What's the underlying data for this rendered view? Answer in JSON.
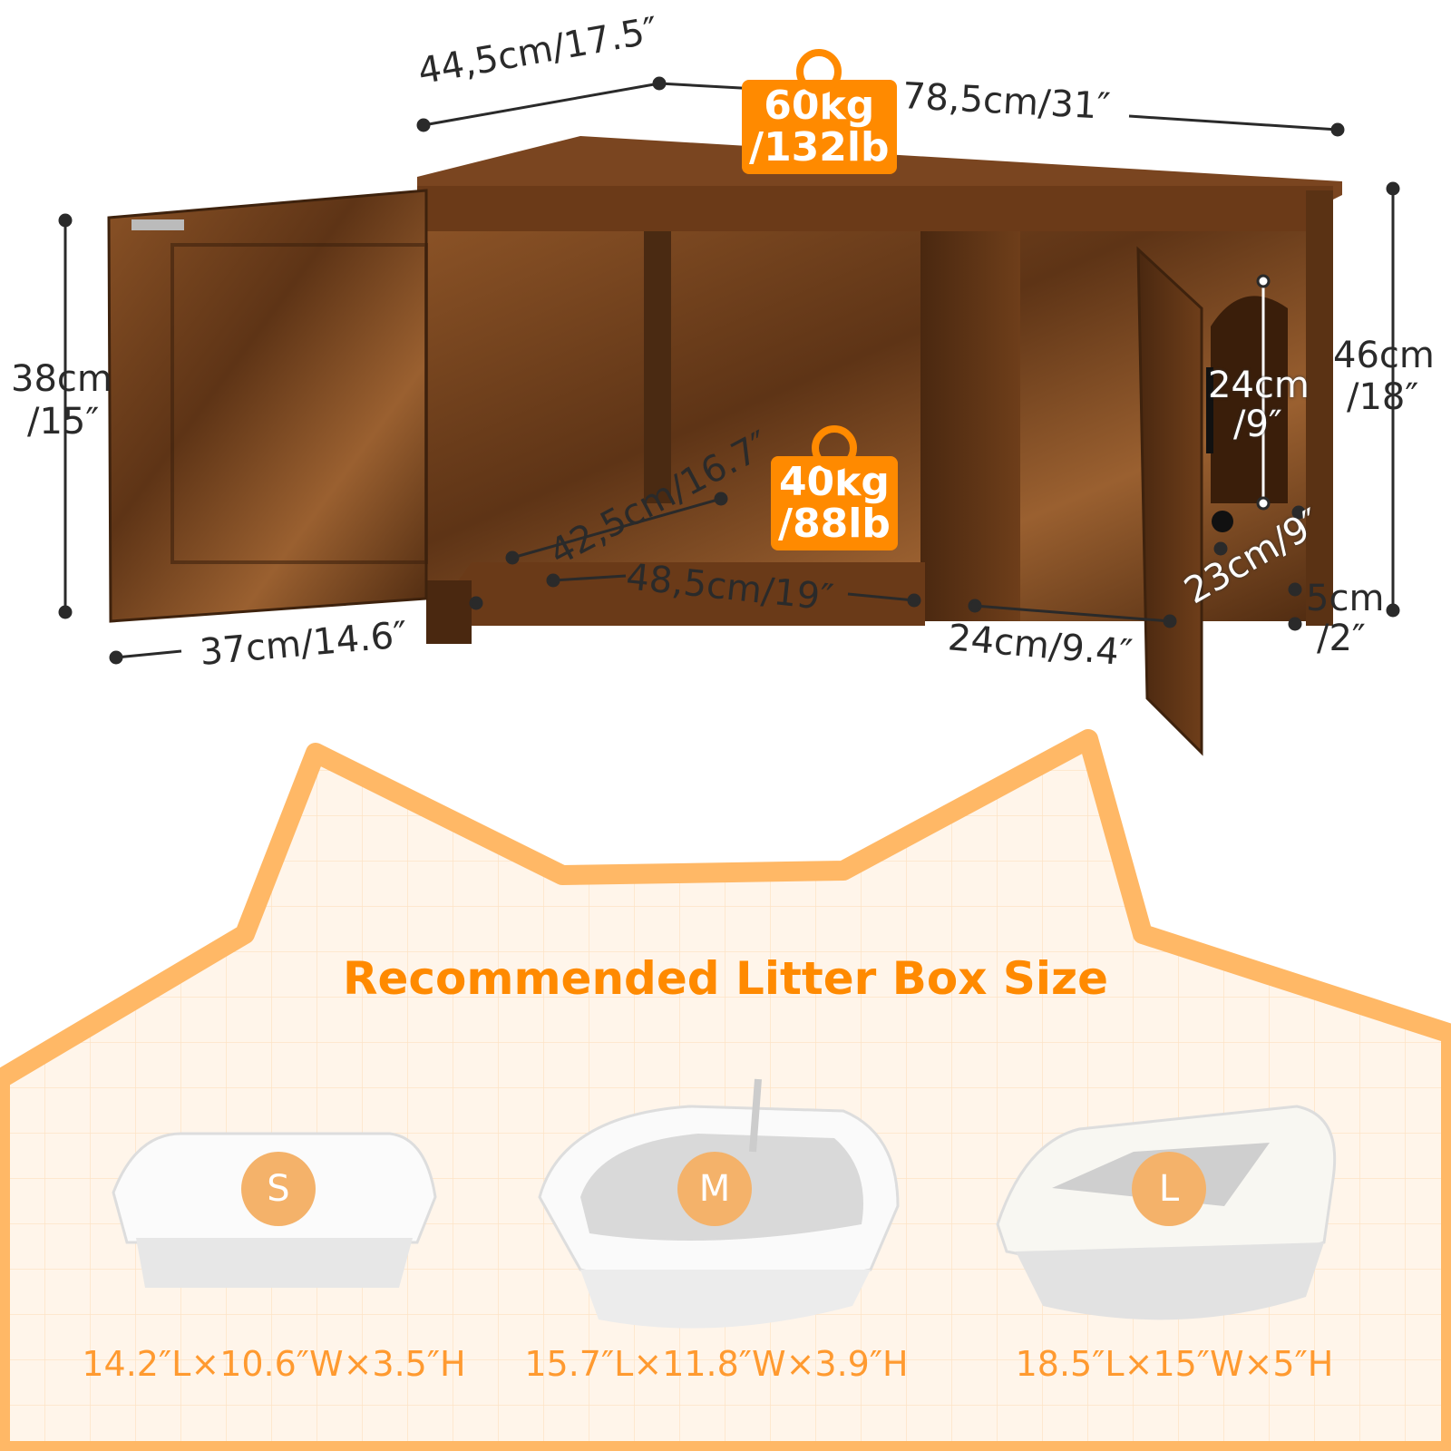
{
  "dimensions": {
    "depth": "44,5cm/17.5″",
    "width": "78,5cm/31″",
    "height_door_cm": "38cm",
    "height_door_in": "/15″",
    "height_total_cm": "46cm",
    "height_total_in": "/18″",
    "door_width": "37cm/14.6″",
    "inner_depth": "42,5cm/16.7″",
    "inner_width": "48,5cm/19″",
    "side_compartment": "24cm/9.4″",
    "entry_height_cm": "24cm",
    "entry_height_in": "/9″",
    "entry_width": "23cm/9″",
    "leg_height_cm": "5cm",
    "leg_height_in": "/2″"
  },
  "load": {
    "top_kg": "60kg",
    "top_lb": "/132lb",
    "shelf_kg": "40kg",
    "shelf_lb": "/88lb"
  },
  "section_title": "Recommended Litter Box Size",
  "litter_boxes": [
    {
      "size": "S",
      "dims": "14.2″L×10.6″W×3.5″H"
    },
    {
      "size": "M",
      "dims": "15.7″L×11.8″W×3.9″H"
    },
    {
      "size": "L",
      "dims": "18.5″L×15″W×5″H"
    }
  ],
  "colors": {
    "accent": "#ff8a00",
    "outline": "#ffb866",
    "cream": "#fff5ea",
    "wood": "#7a4520"
  }
}
